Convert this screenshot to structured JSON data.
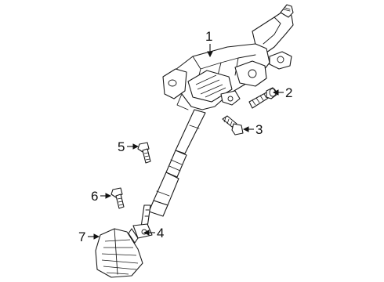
{
  "callouts": [
    {
      "label": "1",
      "part": "steering-column-assembly"
    },
    {
      "label": "2",
      "part": "upper-mounting-bolt"
    },
    {
      "label": "3",
      "part": "lower-mounting-bolt"
    },
    {
      "label": "4",
      "part": "intermediate-shaft-joint"
    },
    {
      "label": "5",
      "part": "shaft-bolt"
    },
    {
      "label": "6",
      "part": "joint-bolt"
    },
    {
      "label": "7",
      "part": "column-boot-seal"
    }
  ]
}
